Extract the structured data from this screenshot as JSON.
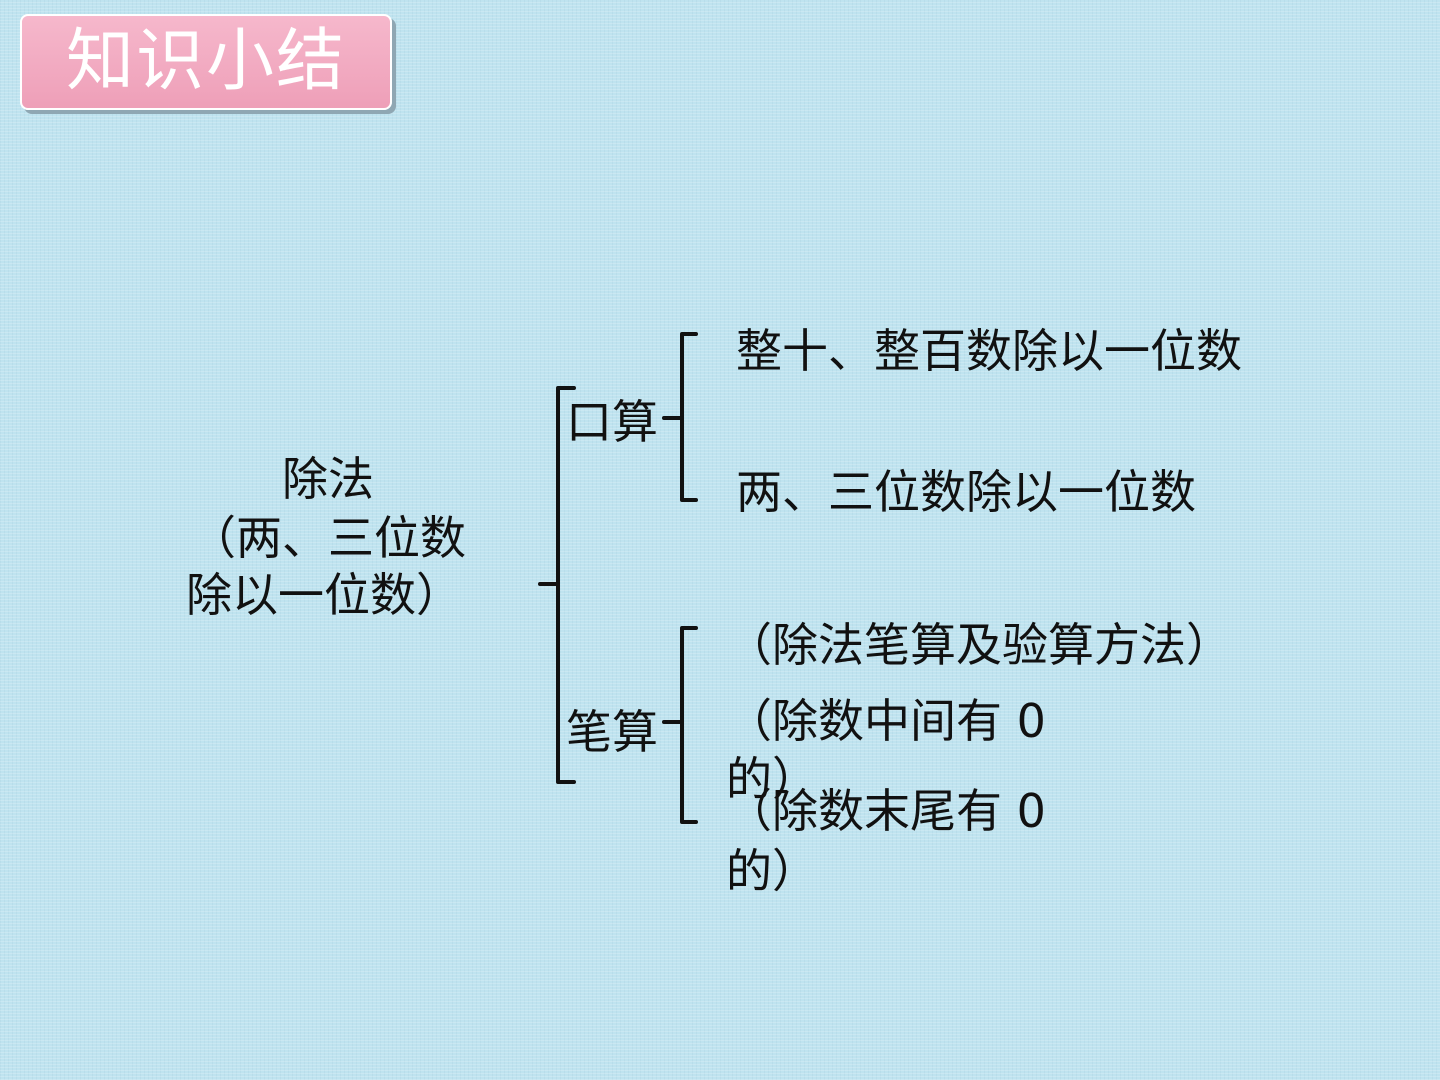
{
  "title": "知识小结",
  "root": {
    "line1": "除法",
    "line2": "（两、三位数",
    "line3": "除以一位数）"
  },
  "branches": {
    "oral": {
      "label": "口算",
      "items": [
        "整十、整百数除以一位数",
        "两、三位数除以一位数"
      ]
    },
    "written": {
      "label": "笔算",
      "items": [
        "（除法笔算及验算方法）",
        "（除数中间有 0",
        "的）",
        "（除数末尾有 0",
        "的）"
      ]
    }
  }
}
